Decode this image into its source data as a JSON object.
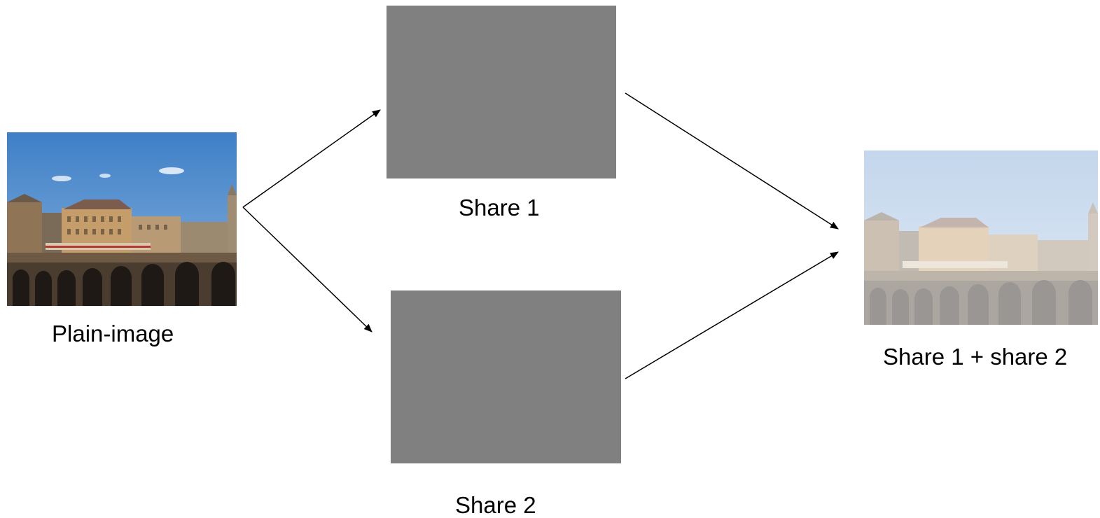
{
  "nodes": {
    "plain_image": {
      "label": "Plain-image"
    },
    "share1": {
      "label": "Share 1",
      "fill": "#808080"
    },
    "share2": {
      "label": "Share 2",
      "fill": "#808080"
    },
    "combined": {
      "label": "Share 1 + share 2"
    }
  },
  "edges": [
    {
      "from": "plain_image",
      "to": "share1"
    },
    {
      "from": "plain_image",
      "to": "share2"
    },
    {
      "from": "share1",
      "to": "combined"
    },
    {
      "from": "share2",
      "to": "combined"
    }
  ],
  "colors": {
    "arrow": "#000000",
    "share_fill": "#808080",
    "sky": "#4a86c8",
    "building": "#b58d5e"
  }
}
